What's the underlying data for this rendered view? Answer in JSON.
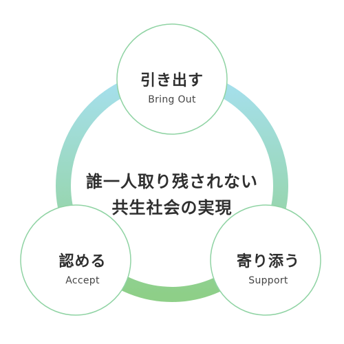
{
  "center": {
    "line1": "誰一人取り残されない",
    "line2": "共生社会の実現"
  },
  "nodes": [
    {
      "jp": "引き出す",
      "en": "Bring Out"
    },
    {
      "jp": "認める",
      "en": "Accept"
    },
    {
      "jp": "寄り添う",
      "en": "Support"
    }
  ],
  "colors": {
    "ring_top": "#a6e0ef",
    "ring_bottom": "#8ecf88",
    "node_border": "#8fd3a3",
    "node_fill": "#ffffff",
    "text": "#2f2f2f"
  }
}
